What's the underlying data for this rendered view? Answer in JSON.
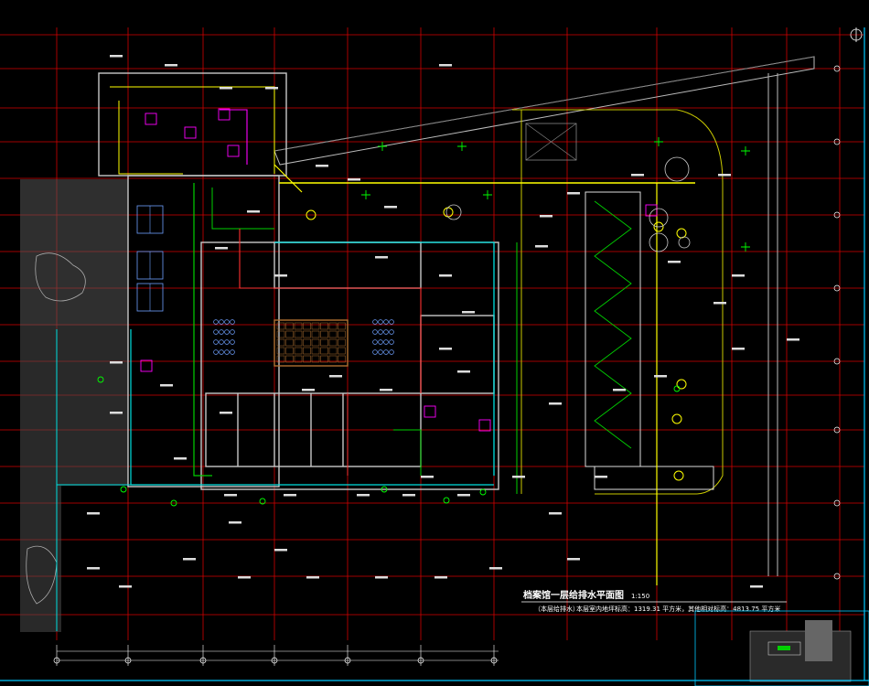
{
  "drawing": {
    "title": "档案馆一层给排水平面图",
    "scale": "1:150",
    "note_prefix": "（本层给排水）",
    "note_text": "本层室内地坪标高：1319.31 平方米，其他相对标高：4813.75 平方米"
  },
  "colors": {
    "background": "#000000",
    "grid": "#d40000",
    "wall": "#c8c8c8",
    "pipe_yellow": "#ffff00",
    "pipe_green": "#00d000",
    "pipe_cyan": "#00e0e0",
    "pipe_magenta": "#ff00ff",
    "hatch": "#808080",
    "border": "#00c8ff"
  },
  "icons": [
    "fire-hydrant-icon",
    "pipe-riser-icon",
    "manhole-icon",
    "tree-circle-icon",
    "north-arrow-icon",
    "legend-block-icon"
  ]
}
